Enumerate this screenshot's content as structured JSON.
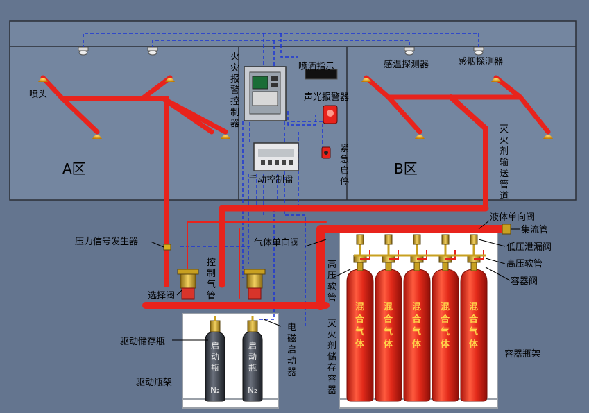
{
  "colors": {
    "background": "#64758f",
    "pipe": "#e8231c",
    "signal_line": "#1b35d6",
    "valve_brass": "#c8a020",
    "cylinder_red": "#e32a1a",
    "drive_cylinder": "#3a3f4a"
  },
  "zones": {
    "a": "A区",
    "b": "B区"
  },
  "labels": {
    "nozzle": "喷头",
    "fire_alarm_controller": "火灾报警控制器",
    "spray_indicator": "喷洒指示",
    "sound_light_alarm": "声光报警器",
    "emergency_stop": "紧急启停",
    "manual_control_panel": "手动控制盘",
    "heat_detector": "感温探测器",
    "smoke_detector": "感烟探测器",
    "agent_delivery_pipe": "灭火剂输送管道",
    "liquid_check_valve": "液体单向阀",
    "manifold": "集流管",
    "low_pressure_relief_valve": "低压泄漏阀",
    "high_pressure_hose_right": "高压软管",
    "container_valve": "容器阀",
    "pressure_signal_generator": "压力信号发生器",
    "gas_check_valve": "气体单向阀",
    "control_gas_pipe": "控制气管",
    "selector_valve": "选择阀",
    "high_pressure_hose_left": "高压软管",
    "drive_storage_bottle": "驱动储存瓶",
    "solenoid_actuator": "电磁启动器",
    "drive_bottle_rack": "驱动瓶架",
    "agent_storage_container": "灭火剂储存容器",
    "container_rack": "容器瓶架"
  },
  "agent_cylinders": {
    "count": 5,
    "text": "混合气体"
  },
  "drive_cylinders": {
    "count": 2,
    "text": "启动瓶",
    "gas": "N₂"
  }
}
